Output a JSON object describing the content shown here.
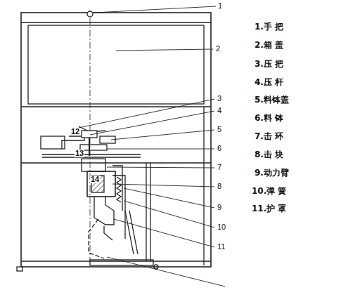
{
  "diagram": {
    "labels": [
      "1",
      "2",
      "3",
      "4",
      "5",
      "6",
      "7",
      "8",
      "9",
      "10",
      "11",
      "1.手 把",
      "2.箱 盖",
      "3.压 把",
      "4.压 杆",
      "5.料钵盖",
      "6.料 钵",
      "7.击 环",
      "8.击 块",
      "9.动力臂",
      "10.弹 簧",
      "11.护 罩",
      "12",
      "13",
      "14"
    ]
  }
}
